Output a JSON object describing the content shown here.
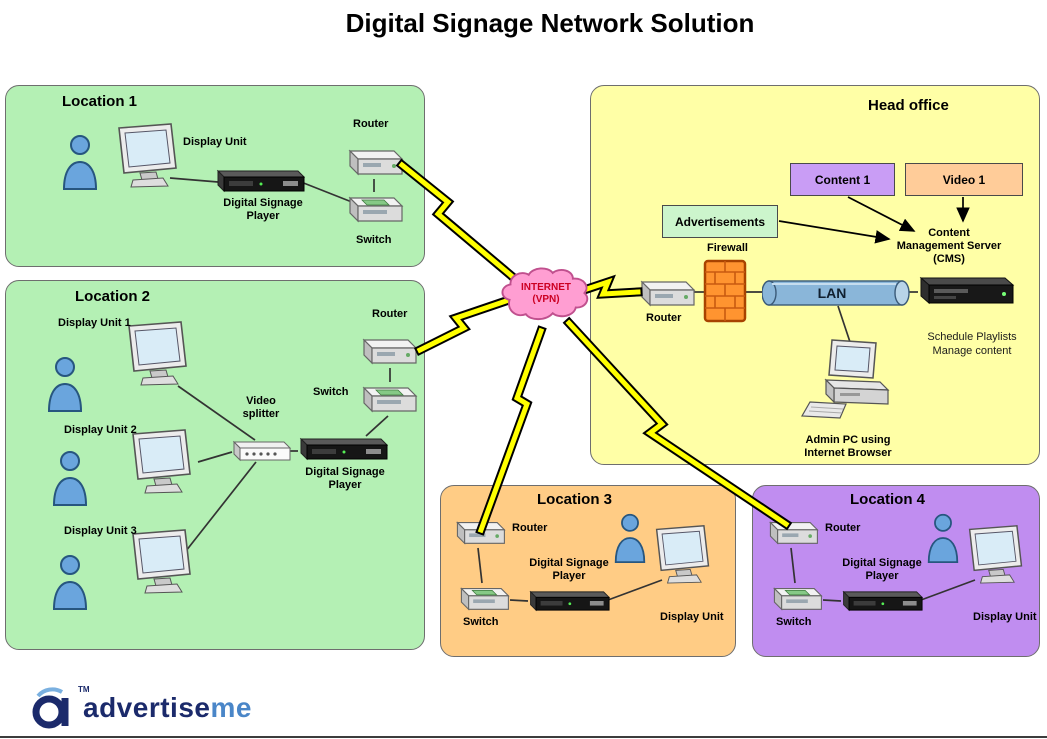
{
  "title": "Digital Signage Network Solution",
  "internet_cloud": {
    "lines": [
      "INTERNET",
      "(VPN)"
    ]
  },
  "location1": {
    "title": "Location 1",
    "display_unit_label": "Display Unit",
    "player_label_lines": [
      "Digital Signage",
      "Player"
    ],
    "router_label": "Router",
    "switch_label": "Switch"
  },
  "location2": {
    "title": "Location 2",
    "display_unit1_label": "Display Unit 1",
    "display_unit2_label": "Display Unit 2",
    "display_unit3_label": "Display Unit 3",
    "video_splitter_lines": [
      "Video",
      "splitter"
    ],
    "player_label_lines": [
      "Digital Signage",
      "Player"
    ],
    "router_label": "Router",
    "switch_label": "Switch"
  },
  "head_office": {
    "title": "Head office",
    "content1_label": "Content 1",
    "video1_label": "Video 1",
    "advertisements_label": "Advertisements",
    "firewall_label": "Firewall",
    "cms_lines": [
      "Content",
      "Management Server",
      "(CMS)"
    ],
    "router_label": "Router",
    "lan_label": "LAN",
    "server_note_lines": [
      "Schedule Playlists",
      "Manage content"
    ],
    "admin_pc_lines": [
      "Admin PC using",
      "Internet Browser"
    ]
  },
  "location3": {
    "title": "Location 3",
    "router_label": "Router",
    "switch_label": "Switch",
    "player_label_lines": [
      "Digital Signage",
      "Player"
    ],
    "display_unit_label": "Display Unit"
  },
  "location4": {
    "title": "Location 4",
    "router_label": "Router",
    "switch_label": "Switch",
    "player_label_lines": [
      "Digital Signage",
      "Player"
    ],
    "display_unit_label": "Display Unit"
  },
  "logo": {
    "brand_part1": "advertise",
    "brand_part2": "me",
    "tm": "TM"
  },
  "colors": {
    "location_green": "#b4f0b4",
    "head_office_yellow": "#ffffa6",
    "location3_orange": "#ffcc85",
    "location4_purple": "#c08df0",
    "cloud_pink": "#ff9ed2",
    "content1_purple": "#c99df5",
    "video1_orange": "#ffcc99",
    "advertisements_green": "#ccf5cc",
    "lan_blue": "#8ab6d9",
    "lightning_yellow": "#ffff00",
    "brand_navy": "#1b2a6b",
    "brand_blue": "#4a86c8"
  }
}
